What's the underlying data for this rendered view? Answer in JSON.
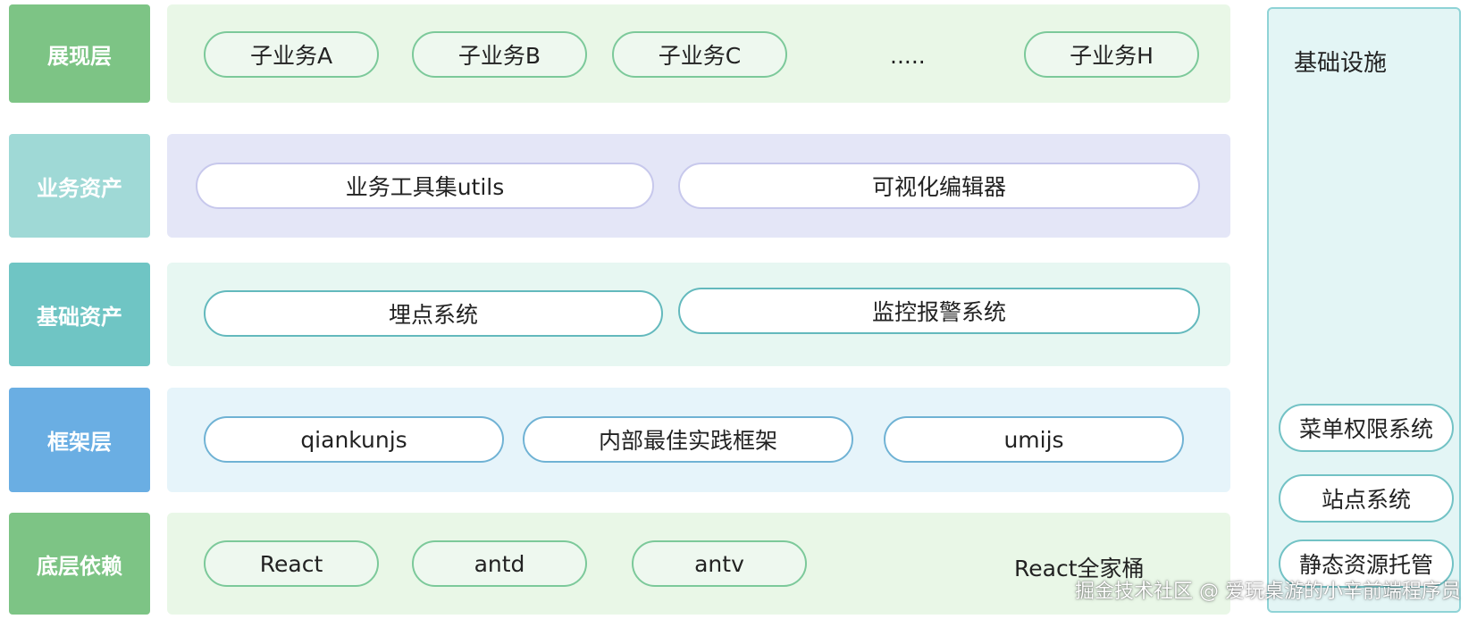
{
  "colors": {
    "label_green": "#7dc485",
    "label_light_teal": "#9fd9d6",
    "label_teal": "#6fc5c4",
    "label_blue": "#6aaee3",
    "panel_green": "#e9f7e7",
    "panel_purple": "#e4e6f7",
    "panel_mint": "#e7f7f2",
    "panel_blue": "#e6f4fa"
  },
  "layers": {
    "presentation": {
      "label": "展现层",
      "items": [
        "子业务A",
        "子业务B",
        "子业务C",
        "子业务H"
      ],
      "ellipsis": "....."
    },
    "business_assets": {
      "label": "业务资产",
      "items": [
        "业务工具集utils",
        "可视化编辑器"
      ]
    },
    "base_assets": {
      "label": "基础资产",
      "items": [
        "埋点系统",
        "监控报警系统"
      ]
    },
    "framework": {
      "label": "框架层",
      "items": [
        "qiankunjs",
        "内部最佳实践框架",
        "umijs"
      ]
    },
    "dependencies": {
      "label": "底层依赖",
      "items": [
        "React",
        "antd",
        "antv"
      ],
      "note": "React全家桶"
    }
  },
  "infrastructure": {
    "title": "基础设施",
    "items": [
      "菜单权限系统",
      "站点系统",
      "静态资源托管"
    ]
  },
  "watermark": "掘金技术社区 @ 爱玩桌游的小辛前端程序员"
}
